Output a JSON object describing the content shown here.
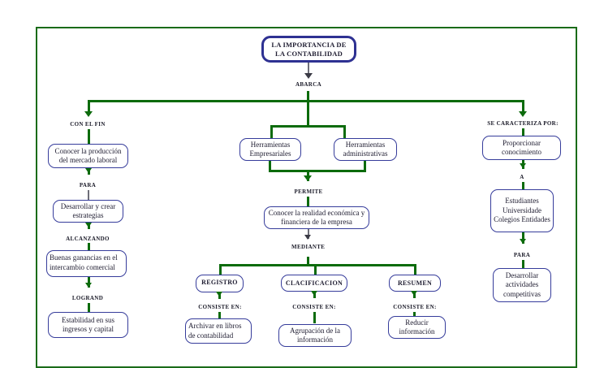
{
  "diagram": {
    "title_node": "LA IMPORTANCIA DE LA CONTABILIDAD",
    "root_connector": "ABARCA",
    "branches": {
      "left": {
        "label": "CON EL FIN",
        "nodes": [
          {
            "text": "Conocer la producción del mercado laboral"
          },
          {
            "text": "Desarrollar y crear estrategias"
          },
          {
            "text": "Buenas ganancias en el intercambio comercial"
          },
          {
            "text": "Estabilidad en sus ingresos y capital"
          }
        ],
        "connectors": [
          "PARA",
          "ALCANZANDO",
          "LOGRAND"
        ]
      },
      "center": {
        "nodes": [
          {
            "text": "Herramientas Empresariales"
          },
          {
            "text": "Herramientas administrativas"
          }
        ],
        "permite_label": "PERMITE",
        "permite_node": "Conocer la realidad económica y financiera de la empresa",
        "mediante_label": "MEDIANTE",
        "methods": [
          {
            "title": "REGISTRO",
            "connector": "CONSISTE EN:",
            "detail": "Archivar en libros de contabilidad"
          },
          {
            "title": "CLACIFICACION",
            "connector": "CONSISTE EN:",
            "detail": "Agrupación de la información"
          },
          {
            "title": "RESUMEN",
            "connector": "CONSISTE EN:",
            "detail": "Reducir información"
          }
        ]
      },
      "right": {
        "label": "SE CARACTERIZA POR:",
        "nodes": [
          {
            "text": "Proporcionar conocimiento"
          },
          {
            "text": "Estudiantes Universidade Colegios Entidades"
          },
          {
            "text": "Desarrollar actividades competitivas"
          }
        ],
        "connectors": [
          "A",
          "PARA"
        ]
      }
    },
    "colors": {
      "frame": "#1a6b18",
      "connector": "#0c6b0c",
      "node_border": "#363c9b",
      "title_border": "#2e3192",
      "text": "#222034",
      "background": "#ffffff"
    }
  }
}
